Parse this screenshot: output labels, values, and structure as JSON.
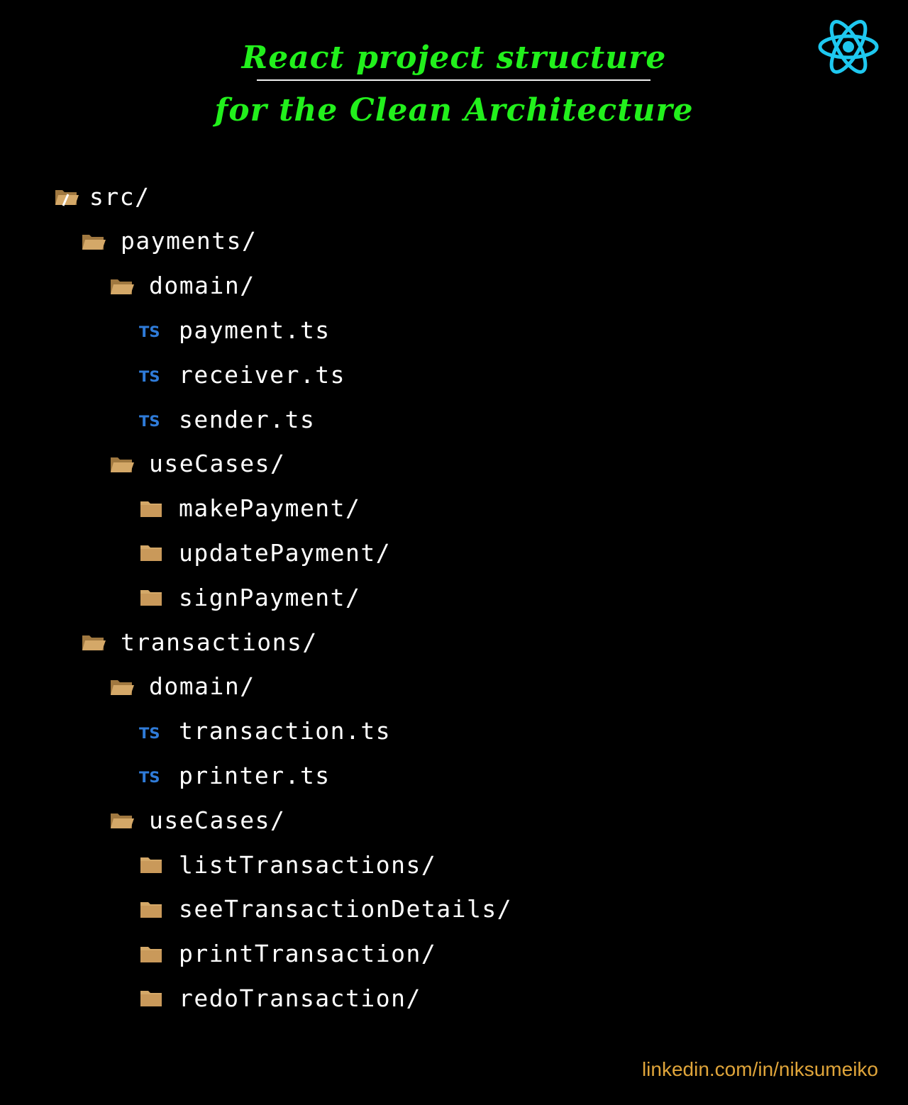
{
  "title": {
    "line1": "React project structure",
    "line2": "for the Clean Architecture"
  },
  "tree": [
    {
      "label": "src/",
      "type": "folder-root",
      "depth": 0
    },
    {
      "label": "payments/",
      "type": "folder-open",
      "depth": 1
    },
    {
      "label": "domain/",
      "type": "folder-open",
      "depth": 2
    },
    {
      "label": "payment.ts",
      "type": "ts-file",
      "depth": 3
    },
    {
      "label": "receiver.ts",
      "type": "ts-file",
      "depth": 3
    },
    {
      "label": "sender.ts",
      "type": "ts-file",
      "depth": 3
    },
    {
      "label": "useCases/",
      "type": "folder-open",
      "depth": 2
    },
    {
      "label": "makePayment/",
      "type": "folder-closed",
      "depth": 3
    },
    {
      "label": "updatePayment/",
      "type": "folder-closed",
      "depth": 3
    },
    {
      "label": "signPayment/",
      "type": "folder-closed",
      "depth": 3
    },
    {
      "label": "transactions/",
      "type": "folder-open",
      "depth": 1
    },
    {
      "label": "domain/",
      "type": "folder-open",
      "depth": 2
    },
    {
      "label": "transaction.ts",
      "type": "ts-file",
      "depth": 3
    },
    {
      "label": "printer.ts",
      "type": "ts-file",
      "depth": 3
    },
    {
      "label": "useCases/",
      "type": "folder-open",
      "depth": 2
    },
    {
      "label": "listTransactions/",
      "type": "folder-closed",
      "depth": 3
    },
    {
      "label": "seeTransactionDetails/",
      "type": "folder-closed",
      "depth": 3
    },
    {
      "label": "printTransaction/",
      "type": "folder-closed",
      "depth": 3
    },
    {
      "label": "redoTransaction/",
      "type": "folder-closed",
      "depth": 3
    }
  ],
  "ts_badge": "TS",
  "footer": "linkedin.com/in/niksumeiko",
  "colors": {
    "title": "#22f01c",
    "folder": "#d4a868",
    "ts_badge": "#2f7bd8",
    "react_logo": "#1ec8f0",
    "footer": "#e0a53a"
  },
  "icons": {
    "react": "react-logo-icon",
    "folder_open": "folder-open-icon",
    "folder_closed": "folder-icon",
    "ts": "typescript-file-icon"
  }
}
